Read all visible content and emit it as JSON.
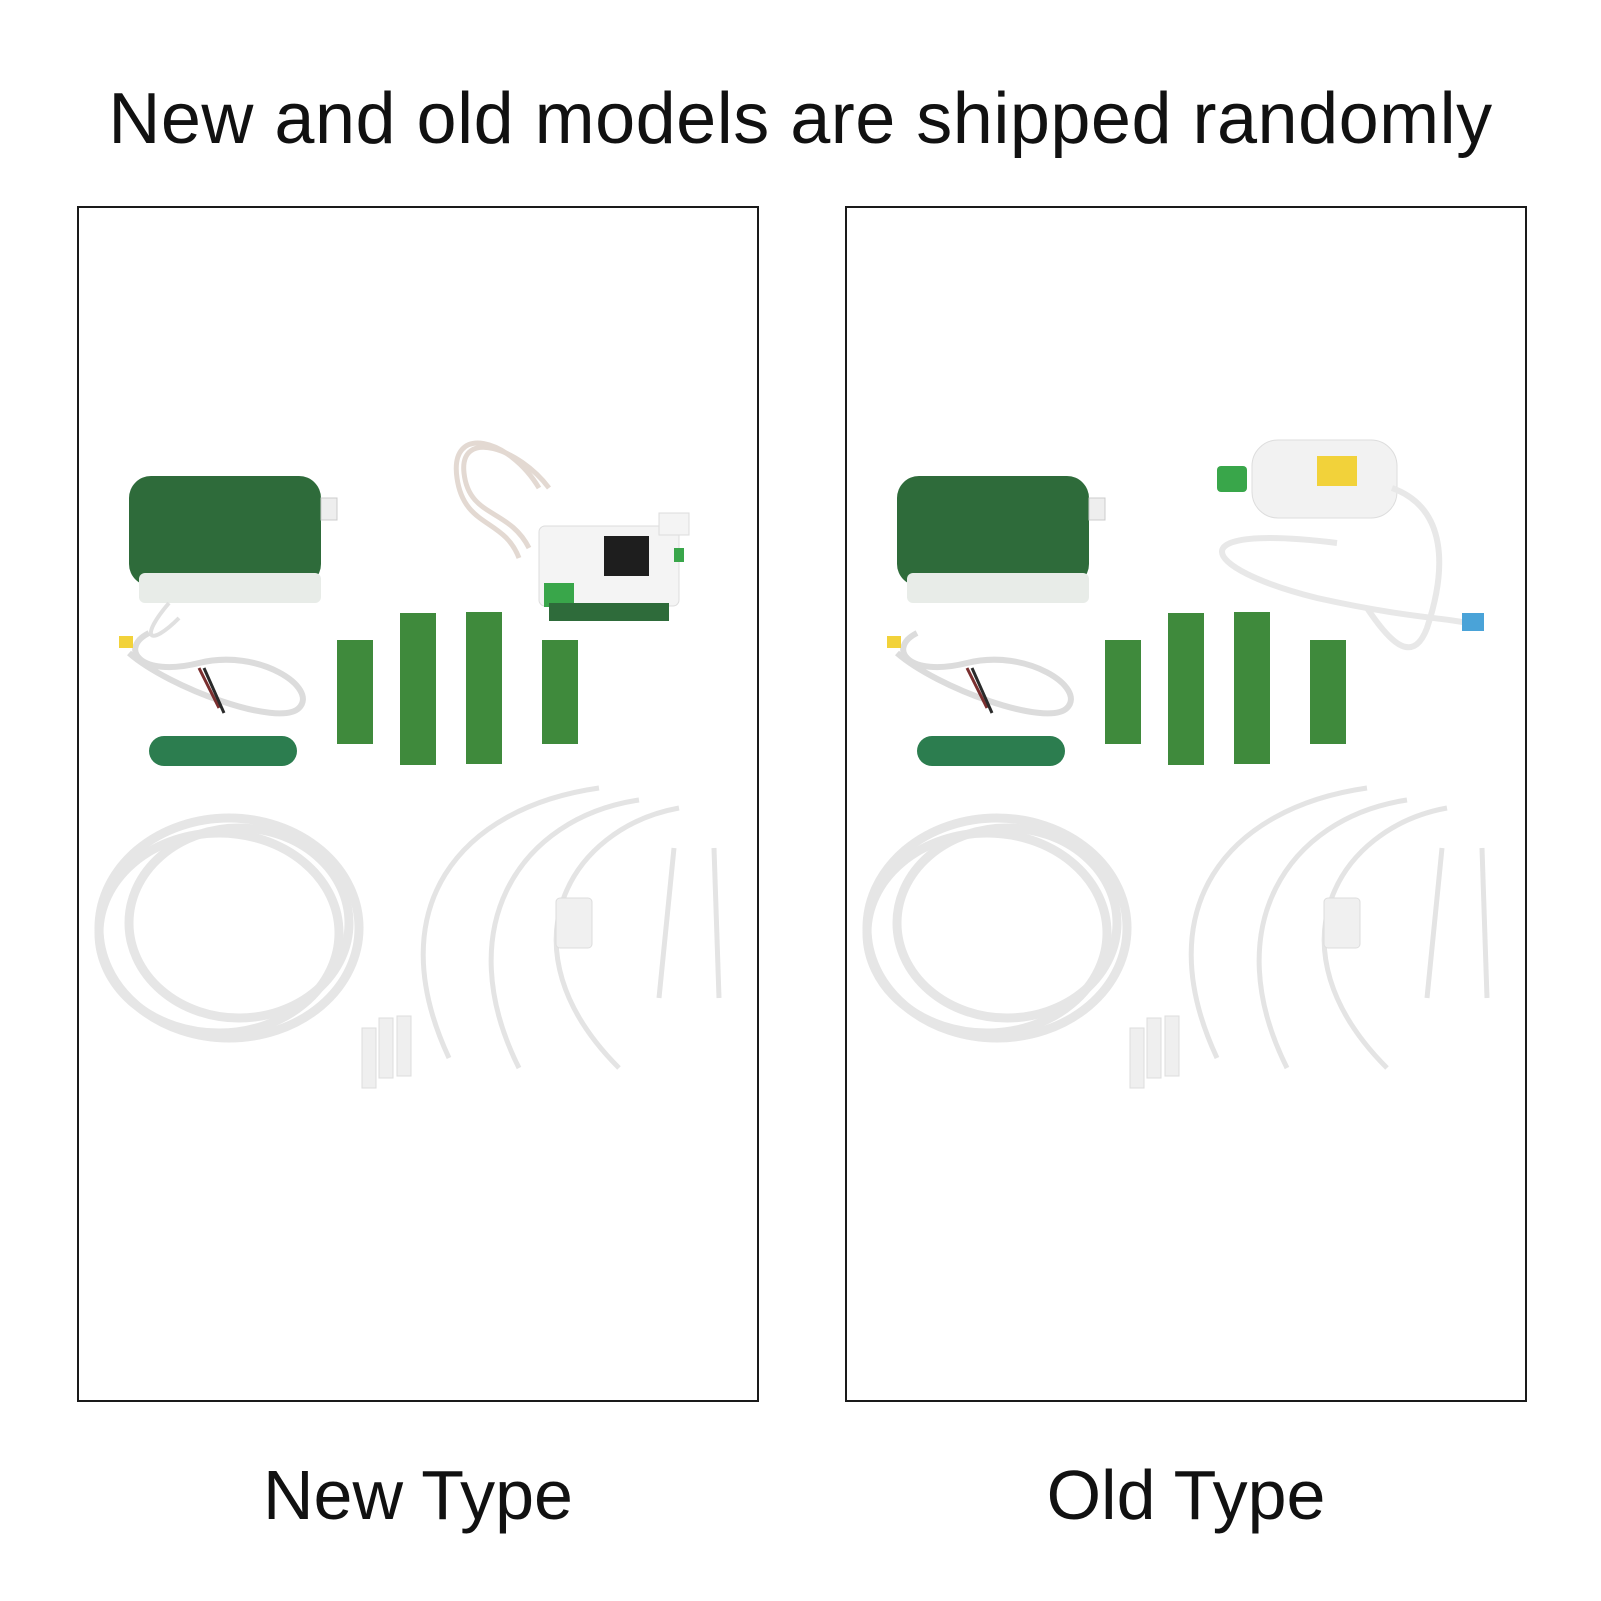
{
  "page": {
    "headline": "New and old models are shipped randomly"
  },
  "panels": [
    {
      "id": "new",
      "caption": "New Type"
    },
    {
      "id": "old",
      "caption": "Old Type"
    }
  ],
  "colors": {
    "pump_green": "#2e6b3a",
    "velcro_green": "#3f8a3c",
    "hose_green": "#2c7d4f",
    "sensor_white": "#f2f2f2",
    "tube_white": "#e9e9e9"
  }
}
